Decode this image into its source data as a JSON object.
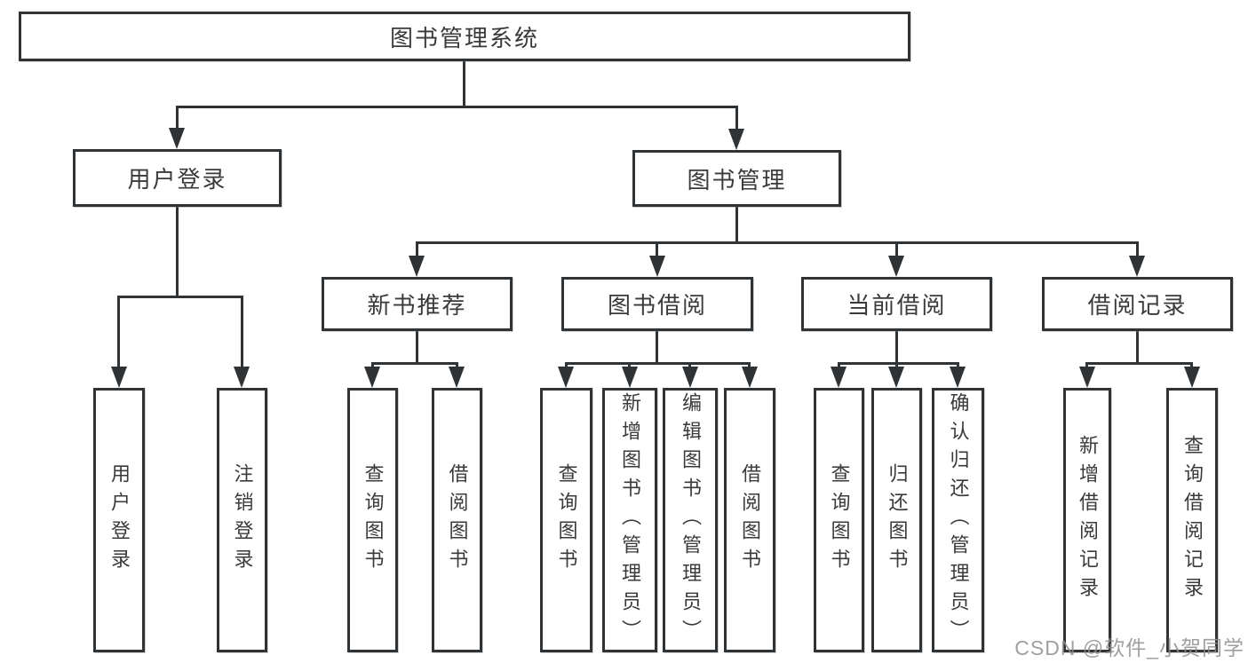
{
  "tree": {
    "root": "图书管理系统",
    "branches": [
      {
        "label": "用户登录",
        "leaves": [
          "用户登录",
          "注销登录"
        ]
      },
      {
        "label": "图书管理",
        "groups": [
          {
            "label": "新书推荐",
            "leaves": [
              "查询图书",
              "借阅图书"
            ]
          },
          {
            "label": "图书借阅",
            "leaves": [
              "查询图书",
              "新增图书（管理员）",
              "编辑图书（管理员）",
              "借阅图书"
            ]
          },
          {
            "label": "当前借阅",
            "leaves": [
              "查询图书",
              "归还图书",
              "确认归还（管理员）"
            ]
          },
          {
            "label": "借阅记录",
            "leaves": [
              "新增借阅记录",
              "查询借阅记录"
            ]
          }
        ]
      }
    ]
  },
  "watermark": {
    "text": "CSDN @软件_小贺同学"
  },
  "colors": {
    "line": "#303336",
    "text": "#3a3a3a",
    "background": "#ffffff",
    "watermark": "#8e8e8e"
  }
}
